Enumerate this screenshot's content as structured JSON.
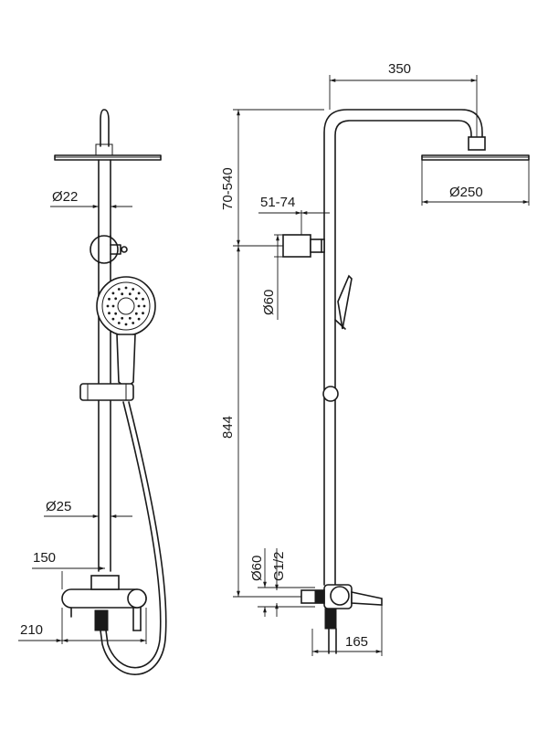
{
  "dimensions": {
    "overall_width": "350",
    "height_adjust": "70-540",
    "projection": "51-74",
    "head_diameter": "Ø250",
    "rail_diameter": "Ø22",
    "bracket_diameter": "Ø60",
    "rail_height": "844",
    "pipe_diameter": "Ø25",
    "escutcheon_diameter": "Ø60",
    "thread": "G1/2",
    "valve_width": "150",
    "valve_depth": "210",
    "spout_reach": "165"
  }
}
